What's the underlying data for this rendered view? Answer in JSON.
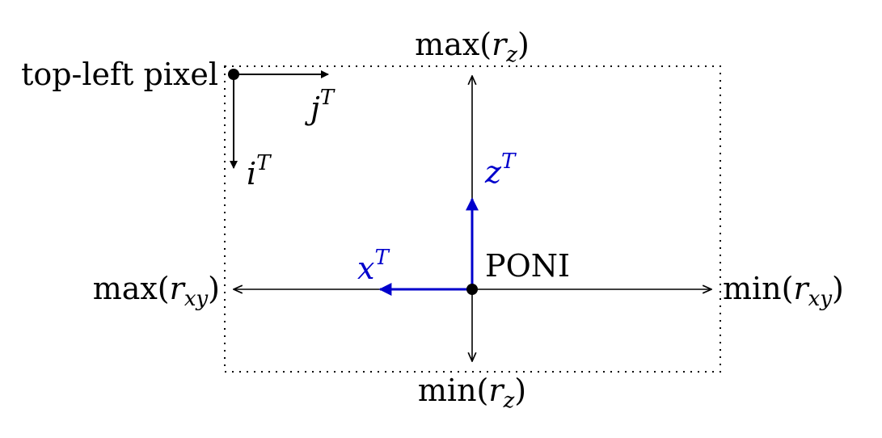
{
  "colors": {
    "ink": "#000000",
    "accent": "#0000cc"
  },
  "labels": {
    "top_left_pixel": "top-left pixel",
    "j_base": "j",
    "j_sup": "T",
    "i_base": "i",
    "i_sup": "T",
    "z_base": "z",
    "z_sup": "T",
    "x_base": "x",
    "x_sup": "T",
    "poni": "PONI",
    "max_rz_fn": "max(",
    "max_rz_var": "r",
    "max_rz_sub": "z",
    "max_rz_close": ")",
    "min_rz_fn": "min(",
    "min_rz_var": "r",
    "min_rz_sub": "z",
    "min_rz_close": ")",
    "max_rxy_fn": "max(",
    "max_rxy_var": "r",
    "max_rxy_sub": "xy",
    "max_rxy_close": ")",
    "min_rxy_fn": "min(",
    "min_rxy_var": "r",
    "min_rxy_sub": "xy",
    "min_rxy_close": ")"
  }
}
